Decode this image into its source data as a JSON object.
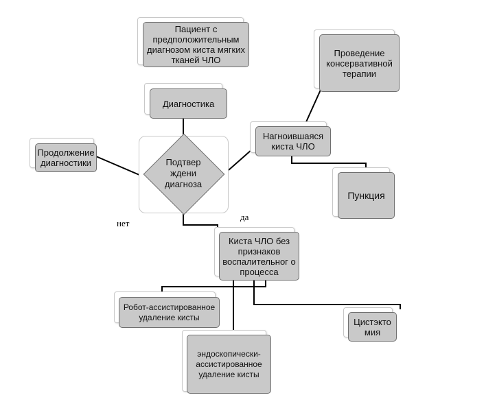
{
  "nodes": {
    "patient": "Пациент с предположительным диагнозом киста мягких тканей ЧЛО",
    "diagnostics": "Диагностика",
    "confirm": "Подтвер ждени диагноза",
    "continue": "Продолжение диагностики",
    "suppurating": "Нагноившаяся киста ЧЛО",
    "conservative": "Проведение консервативной терапии",
    "puncture": "Пункция",
    "cyst_no_inflam": "Киста ЧЛО без признаков воспалительног о процесса",
    "robot": "Робот-ассистированное удаление кисты",
    "cystectomy": "Цистэкто мия",
    "endoscopic": "эндоскопически-ассистированное удаление кисты"
  },
  "labels": {
    "no": "нет",
    "yes": "да"
  }
}
